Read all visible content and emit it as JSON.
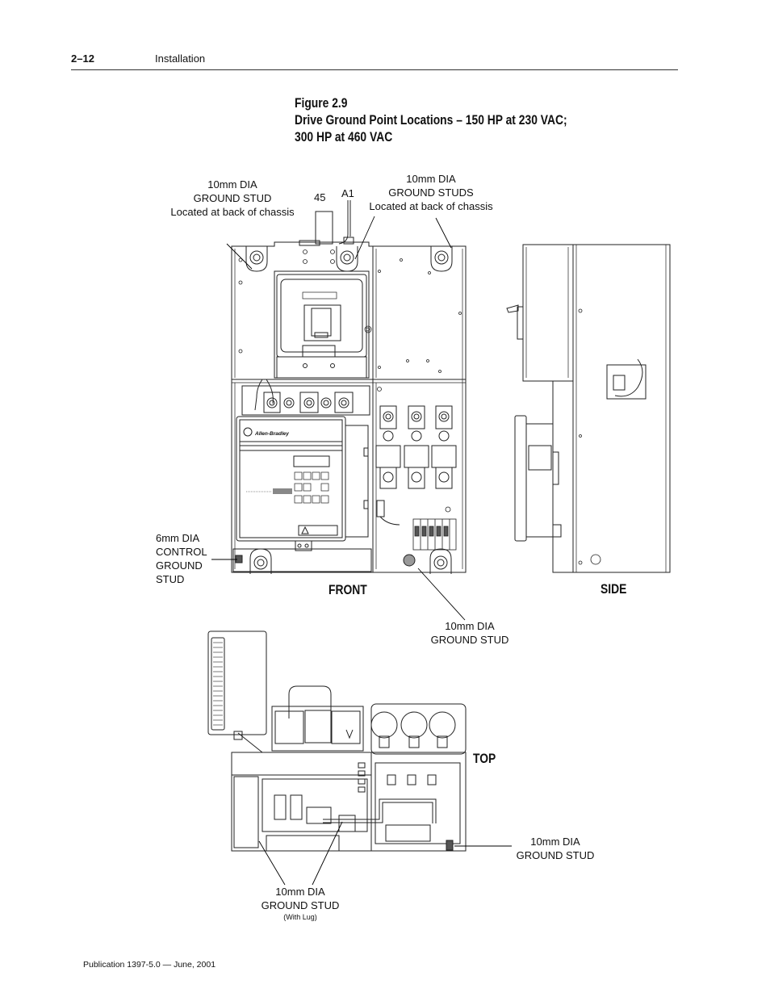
{
  "header": {
    "page_number": "2–12",
    "section": "Installation"
  },
  "figure": {
    "number": "Figure 2.9",
    "title_line_1": "Drive Ground Point Locations – 150 HP at 230 VAC;",
    "title_line_2": "300 HP at 460 VAC"
  },
  "callouts": {
    "front_left_stud": {
      "line_1": "10mm DIA",
      "line_2": "GROUND STUD",
      "line_3": "Located at back of chassis"
    },
    "front_right_studs": {
      "line_1": "10mm DIA",
      "line_2": "GROUND STUDS",
      "line_3": "Located at back of chassis"
    },
    "control_ground_stud": {
      "line_1": "6mm DIA",
      "line_2": "CONTROL",
      "line_3": "GROUND",
      "line_4": "STUD"
    },
    "front_bottom_stud": {
      "line_1": "10mm DIA",
      "line_2": "GROUND STUD"
    },
    "top_right_stud": {
      "line_1": "10mm DIA",
      "line_2": "GROUND STUD"
    },
    "top_lug_stud": {
      "line_1": "10mm DIA",
      "line_2": "GROUND STUD",
      "line_3": "(With Lug)"
    }
  },
  "terminal_labels": {
    "bus_45": "45",
    "a1": "A1"
  },
  "view_labels": {
    "front": "FRONT",
    "side": "SIDE",
    "top": "TOP"
  },
  "drive_nameplate": "Allen-Bradley",
  "footer": {
    "publication": "Publication 1397-5.0 — June, 2001"
  }
}
